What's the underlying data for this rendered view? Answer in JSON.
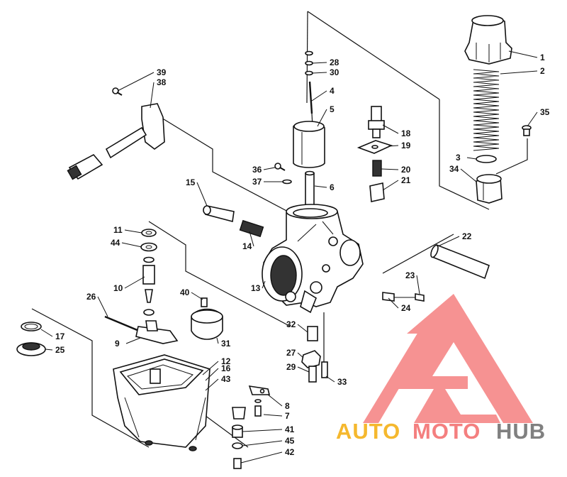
{
  "diagram": {
    "part_numbers": [
      "1",
      "2",
      "3",
      "4",
      "5",
      "6",
      "7",
      "8",
      "9",
      "10",
      "11",
      "12",
      "13",
      "14",
      "15",
      "16",
      "17",
      "18",
      "19",
      "20",
      "21",
      "22",
      "23",
      "24",
      "25",
      "26",
      "27",
      "28",
      "29",
      "30",
      "31",
      "32",
      "33",
      "34",
      "35",
      "36",
      "37",
      "38",
      "39",
      "40",
      "41",
      "42",
      "43",
      "44",
      "45"
    ]
  },
  "watermark": {
    "word_auto": "AUTO",
    "word_moto": "MOTO",
    "word_hub": "HUB",
    "colors": {
      "triangle": "#f47f7f",
      "auto": "#f5b82e",
      "moto": "#f47f7f",
      "hub": "#808080"
    }
  }
}
